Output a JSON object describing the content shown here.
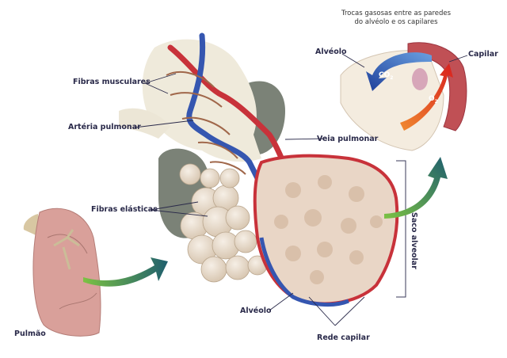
{
  "title": "Trocas gasosas entre as paredes do alvéolo e os capilares",
  "caption_lines": [
    "Trocas gasosas entre as paredes",
    "do alvéolo e os capilares"
  ],
  "labels": {
    "fibras_musculares": "Fibras musculares",
    "arteria_pulmonar": "Artéria pulmonar",
    "veia_pulmonar": "Veia pulmonar",
    "fibras_elasticas": "Fibras elásticas",
    "saco_alveolar": "Saco alveolar",
    "alveolo_main": "Alvéolo",
    "rede_capilar": "Rede capilar",
    "pulmao": "Pulmão",
    "alveolo_inset": "Alvéolo",
    "capilar": "Capilar"
  },
  "gases": {
    "co2": {
      "base": "CO",
      "sub": "2"
    },
    "o2": {
      "base": "O",
      "sub": "2"
    }
  },
  "colors": {
    "label_text": "#2a2a4a",
    "artery": "#c8323a",
    "vein": "#3556b0",
    "arrow_green_start": "#7cc243",
    "arrow_green_end": "#1f5f6e",
    "co2_arrow": "#2e5fb0",
    "o2_arrow": "#e03a2a",
    "alveolus_tissue": "#e9d6c6",
    "lung": "#d9a09a"
  }
}
